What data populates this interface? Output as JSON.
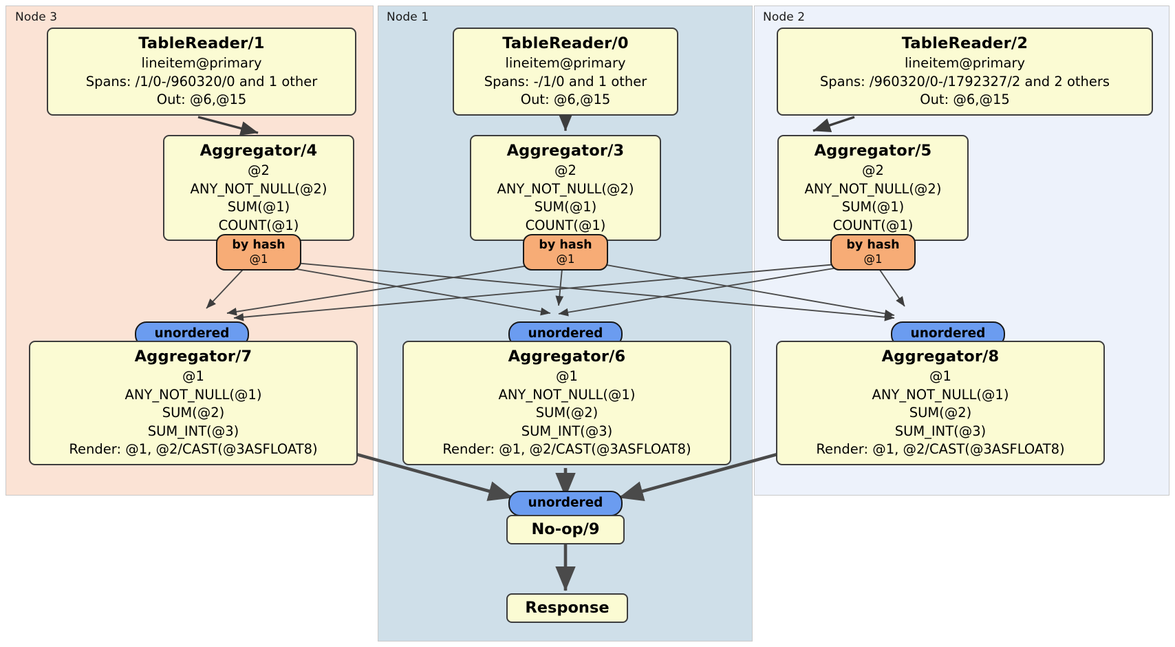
{
  "diagram": {
    "title": "DistSQL physical plan",
    "colors": {
      "node3_panel": "#fbe3d5",
      "node1_panel": "#cfdfe9",
      "node2_panel": "#edf2fb",
      "processor_box": "#fbfbd3",
      "hash_router": "#f7ac76",
      "sync_badge": "#6b9cf0",
      "edge": "#3d3d3d"
    }
  },
  "panels": [
    {
      "id": "node3",
      "label": "Node 3"
    },
    {
      "id": "node1",
      "label": "Node 1"
    },
    {
      "id": "node2",
      "label": "Node 2"
    }
  ],
  "processors": {
    "table_reader_1": {
      "title": "TableReader/1",
      "lines": [
        "lineitem@primary",
        "Spans: /1/0-/960320/0 and 1 other",
        "Out: @6,@15"
      ]
    },
    "table_reader_0": {
      "title": "TableReader/0",
      "lines": [
        "lineitem@primary",
        "Spans: -/1/0 and 1 other",
        "Out: @6,@15"
      ]
    },
    "table_reader_2": {
      "title": "TableReader/2",
      "lines": [
        "lineitem@primary",
        "Spans: /960320/0-/1792327/2 and 2 others",
        "Out: @6,@15"
      ]
    },
    "aggregator_4": {
      "title": "Aggregator/4",
      "lines": [
        "@2",
        "ANY_NOT_NULL(@2)",
        "SUM(@1)",
        "COUNT(@1)"
      ]
    },
    "aggregator_3": {
      "title": "Aggregator/3",
      "lines": [
        "@2",
        "ANY_NOT_NULL(@2)",
        "SUM(@1)",
        "COUNT(@1)"
      ]
    },
    "aggregator_5": {
      "title": "Aggregator/5",
      "lines": [
        "@2",
        "ANY_NOT_NULL(@2)",
        "SUM(@1)",
        "COUNT(@1)"
      ]
    },
    "aggregator_7": {
      "title": "Aggregator/7",
      "lines": [
        "@1",
        "ANY_NOT_NULL(@1)",
        "SUM(@2)",
        "SUM_INT(@3)",
        "Render: @1, @2/CAST(@3ASFLOAT8)"
      ]
    },
    "aggregator_6": {
      "title": "Aggregator/6",
      "lines": [
        "@1",
        "ANY_NOT_NULL(@1)",
        "SUM(@2)",
        "SUM_INT(@3)",
        "Render: @1, @2/CAST(@3ASFLOAT8)"
      ]
    },
    "aggregator_8": {
      "title": "Aggregator/8",
      "lines": [
        "@1",
        "ANY_NOT_NULL(@1)",
        "SUM(@2)",
        "SUM_INT(@3)",
        "Render: @1, @2/CAST(@3ASFLOAT8)"
      ]
    },
    "no_op_9": {
      "title": "No-op/9"
    },
    "response": {
      "title": "Response"
    }
  },
  "routers": {
    "hash_left": {
      "type_label": "by hash",
      "column": "@1"
    },
    "hash_center": {
      "type_label": "by hash",
      "column": "@1"
    },
    "hash_right": {
      "type_label": "by hash",
      "column": "@1"
    }
  },
  "synchronizers": {
    "sync_left": {
      "label": "unordered"
    },
    "sync_center": {
      "label": "unordered"
    },
    "sync_right": {
      "label": "unordered"
    },
    "sync_final": {
      "label": "unordered"
    }
  }
}
